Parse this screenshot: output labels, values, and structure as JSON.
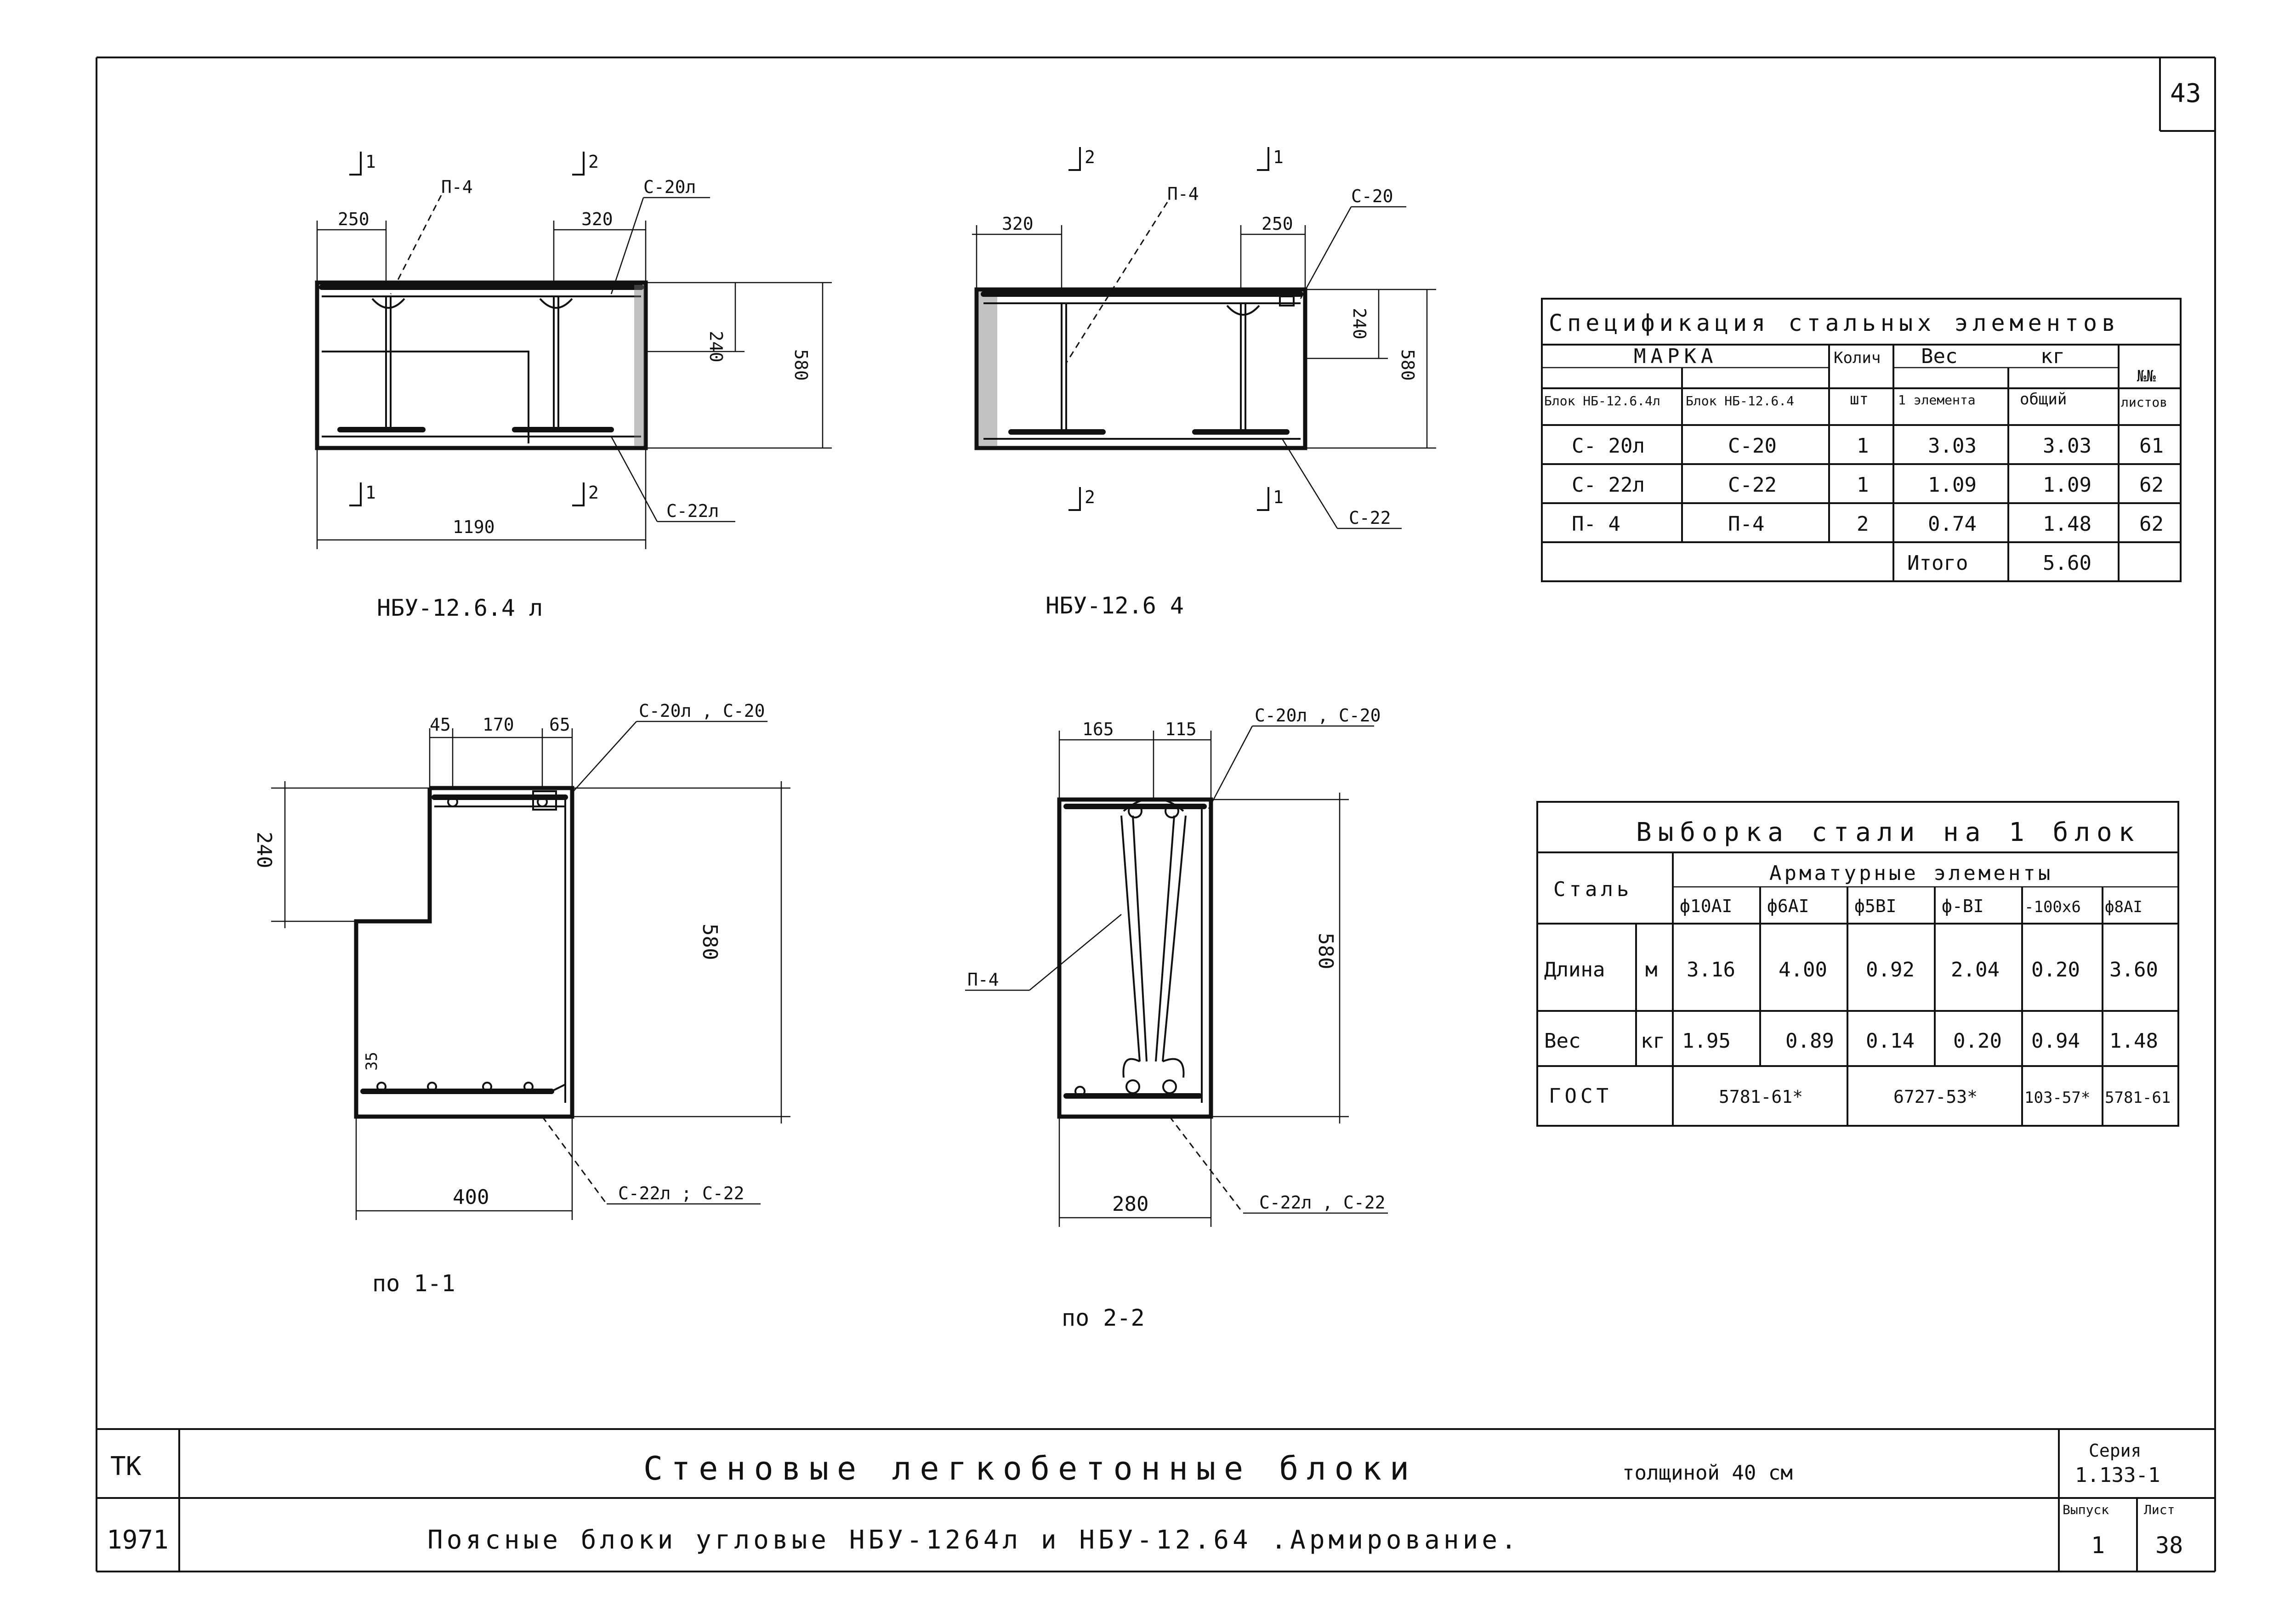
{
  "sheet": {
    "page_number": "43",
    "stamp_org": "ТК",
    "stamp_year": "1971",
    "title_main": "Стеновые легкобетонные блоки",
    "title_main_suffix": "толщиной 40 см",
    "title_sub": "Поясные блоки угловые НБУ-1264л и НБУ-12.64 .Армирование.",
    "series_label": "Серия",
    "series_value": "1.133-1",
    "issue_label": "Выпуск",
    "issue_value": "1",
    "sheet_label": "Лист",
    "sheet_value": "38"
  },
  "plan_left": {
    "caption": "НБУ-12.6.4 л",
    "section_marks": [
      "1",
      "2",
      "1",
      "2"
    ],
    "dim_top_left": "250",
    "dim_top_right": "320",
    "dim_right_inner": "240",
    "dim_right_outer": "580",
    "dim_bottom": "1190",
    "label_p4": "П-4",
    "label_c20": "С-20л",
    "label_c22": "С-22л"
  },
  "plan_right": {
    "caption": "НБУ-12.6 4",
    "section_marks": [
      "2",
      "1",
      "2",
      "1"
    ],
    "dim_top_left": "320",
    "dim_top_right": "250",
    "dim_right_inner": "240",
    "dim_right_outer": "580",
    "label_p4": "П-4",
    "label_c20": "С-20",
    "label_c22": "С-22"
  },
  "section_1": {
    "caption": "по 1-1",
    "dim_top": [
      "45",
      "170",
      "65"
    ],
    "dim_left": "240",
    "dim_right": "580",
    "dim_bottom": "400",
    "dim_cover": "35",
    "label_top": "С-20л , С-20",
    "label_bottom": "С-22л ; С-22"
  },
  "section_2": {
    "caption": "по 2-2",
    "dim_top": [
      "165",
      "115"
    ],
    "dim_right": "580",
    "dim_bottom": "280",
    "label_top": "С-20л , С-20",
    "label_bottom": "С-22л , С-22",
    "label_p4": "П-4"
  },
  "spec_table": {
    "title": "Спецификация стальных элементов",
    "h_marka": "МАРКА",
    "h_block1": "Блок НБ-12.6.4л",
    "h_block2": "Блок НБ-12.6.4",
    "h_qty": "Колич",
    "h_qty_unit": "шт",
    "h_weight": "Вес",
    "h_weight_unit": "кг",
    "h_one": "1 элемента",
    "h_total": "общий",
    "h_sheet": "№№",
    "h_sheet2": "листов",
    "rows": [
      {
        "m1": "С- 20л",
        "m2": "С-20",
        "qty": "1",
        "w1": "3.03",
        "wt": "3.03",
        "sheet": "61"
      },
      {
        "m1": "С- 22л",
        "m2": "С-22",
        "qty": "1",
        "w1": "1.09",
        "wt": "1.09",
        "sheet": "62"
      },
      {
        "m1": "П- 4",
        "m2": "П-4",
        "qty": "2",
        "w1": "0.74",
        "wt": "1.48",
        "sheet": "62"
      }
    ],
    "total_label": "Итого",
    "total_value": "5.60"
  },
  "steel_table": {
    "title": "Выборка стали на 1 блок",
    "h_steel": "Сталь",
    "h_elements": "Арматурные элементы",
    "columns": [
      "ф10АI",
      "ф6АI",
      "ф5ВI",
      "ф-ВI",
      "-100х6",
      "ф8АI"
    ],
    "row_length": {
      "label": "Длина",
      "unit": "м",
      "values": [
        "3.16",
        "4.00",
        "0.92",
        "2.04",
        "0.20",
        "3.60"
      ]
    },
    "row_weight": {
      "label": "Вес",
      "unit": "кг",
      "values": [
        "1.95",
        "0.89",
        "0.14",
        "0.20",
        "0.94",
        "1.48"
      ]
    },
    "row_gost": {
      "label": "ГОСТ",
      "values": [
        "5781-61*",
        "6727-53*",
        "103-57*",
        "5781-61"
      ]
    }
  }
}
